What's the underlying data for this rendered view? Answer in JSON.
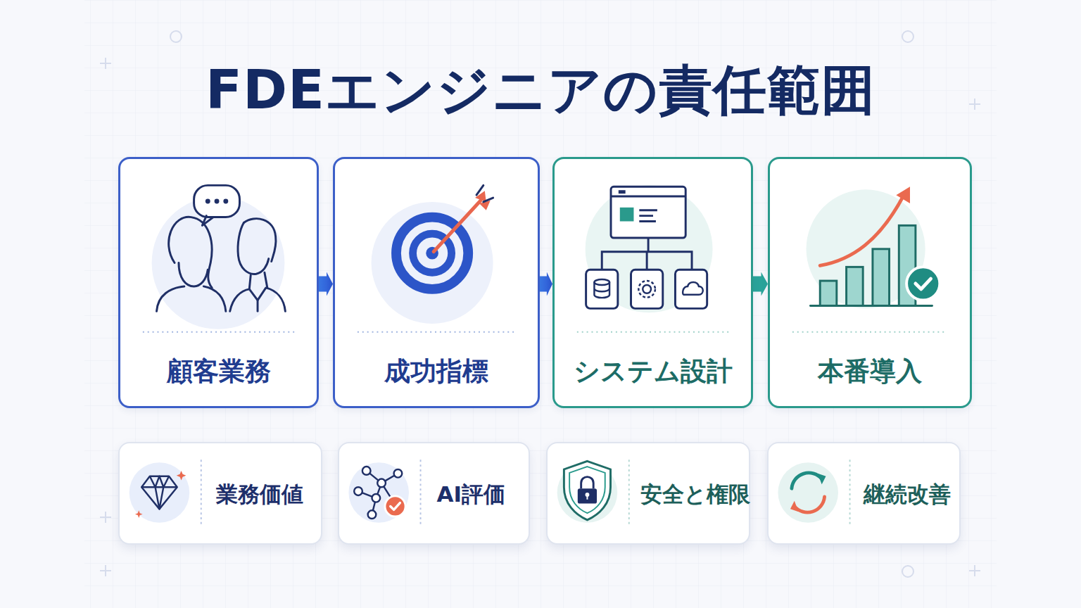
{
  "diagram": {
    "title": "FDEエンジニアの責任範囲",
    "nodes": [
      {
        "text": [
          "顧客業務"
        ]
      },
      {
        "text": [
          "成功指標"
        ]
      },
      {
        "text": [
          "システム設計"
        ]
      },
      {
        "text": [
          "本番導入"
        ]
      },
      {
        "text": [
          "業務価値"
        ]
      },
      {
        "text": [
          "AI評価"
        ]
      },
      {
        "text": [
          "安全と権限"
        ]
      },
      {
        "text": [
          "継続改善"
        ]
      }
    ],
    "edges": [
      {
        "from": 0,
        "to": 1,
        "arrow": "to"
      },
      {
        "from": 1,
        "to": 2,
        "arrow": "to"
      },
      {
        "from": 2,
        "to": 3,
        "arrow": "to"
      }
    ]
  }
}
